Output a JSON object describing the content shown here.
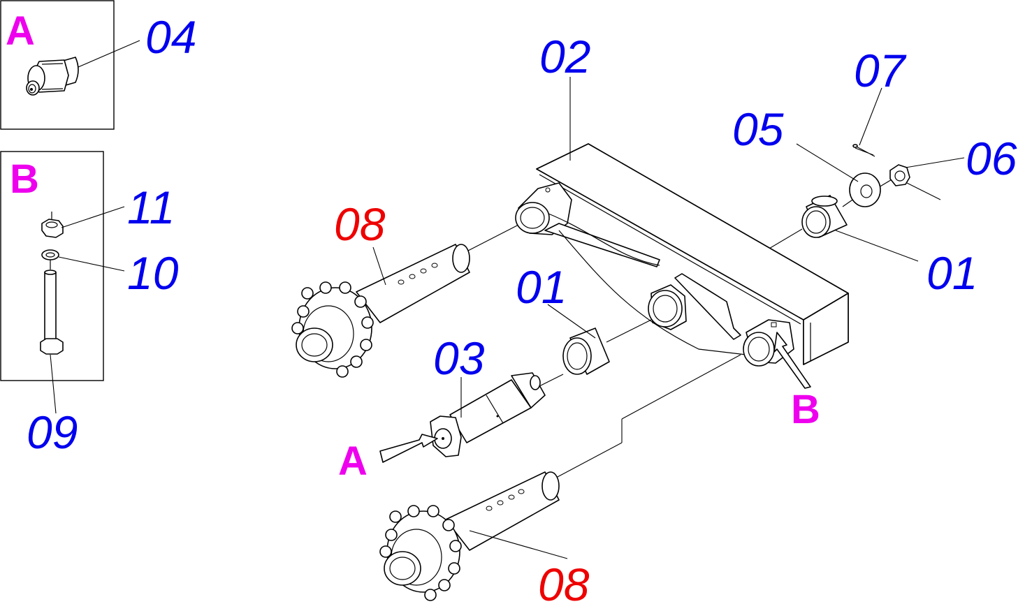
{
  "colors": {
    "part_number": "#0000ee",
    "part_number_highlight": "#ee0000",
    "detail_letter": "#ee00ee",
    "line": "#000000"
  },
  "detail_boxes": {
    "a": {
      "letter": "A",
      "part": "04"
    },
    "b": {
      "letter": "B",
      "parts": [
        "11",
        "10",
        "09"
      ]
    }
  },
  "callouts": {
    "beam": "02",
    "cotter_pin": "07",
    "washer": "05",
    "castle_nut": "06",
    "bushing_right": "01",
    "bushing_center": "01",
    "spindle": "03",
    "hub_upper": "08",
    "hub_lower": "08",
    "view_a": "A",
    "view_b": "B"
  }
}
